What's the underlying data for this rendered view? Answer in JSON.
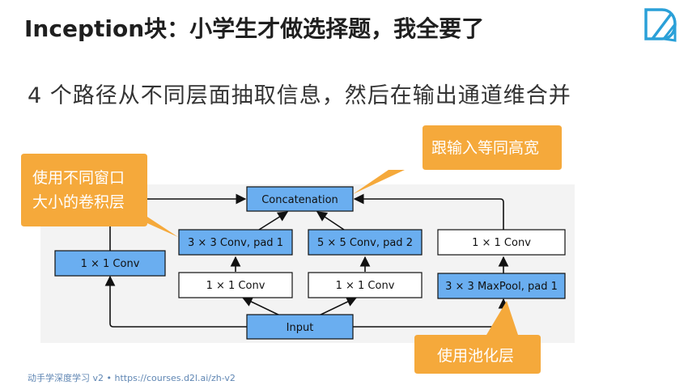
{
  "header": {
    "title": "Inception块：小学生才做选择题，我全要了",
    "subtitle": "4 个路径从不同层面抽取信息，然后在输出通道维合并"
  },
  "diagram": {
    "nodes": {
      "concat": "Concatenation",
      "conv1x1_left": "1 × 1 Conv",
      "conv3x3": "3 × 3 Conv, pad 1",
      "conv5x5": "5 × 5 Conv, pad 2",
      "conv1x1_right": "1 × 1 Conv",
      "conv1x1_mid1": "1 × 1 Conv",
      "conv1x1_mid2": "1 × 1 Conv",
      "maxpool": "3 × 3 MaxPool, pad 1",
      "input": "Input"
    },
    "callouts": {
      "window_sizes_line1": "使用不同窗口",
      "window_sizes_line2": "大小的卷积层",
      "same_size": "跟输入等同高宽",
      "pooling": "使用池化层"
    }
  },
  "footer": {
    "course": "动手学深度学习 v2",
    "separator": "•",
    "url": "https://courses.d2l.ai/zh-v2"
  },
  "colors": {
    "blue_box": "#6aaef0",
    "white_box": "#ffffff",
    "callout": "#f5a93b",
    "logo": "#2aa0d8"
  }
}
